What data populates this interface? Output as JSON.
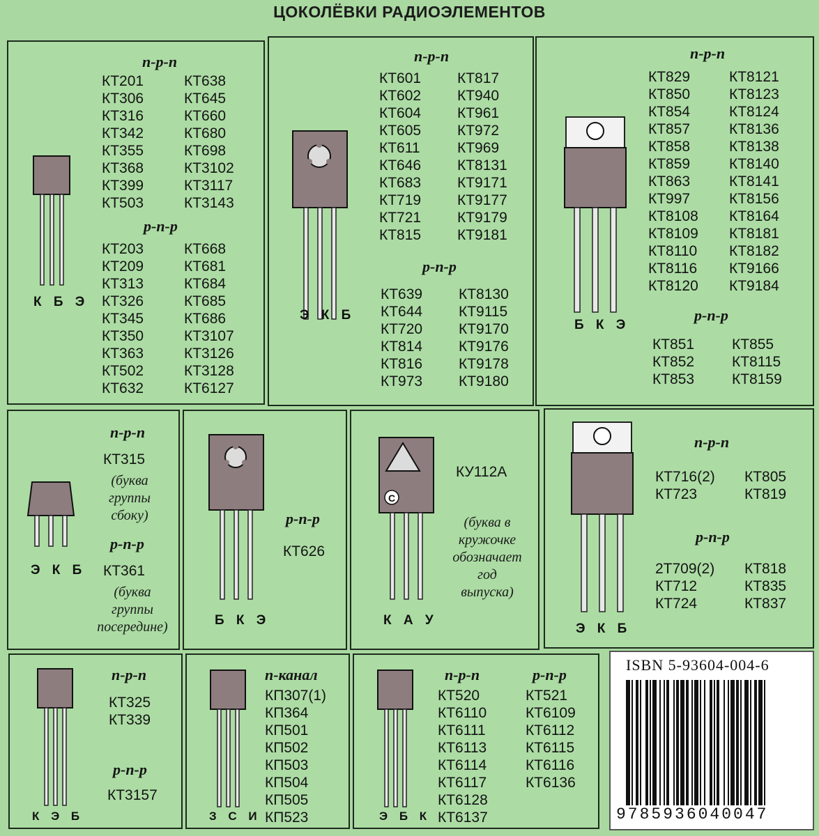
{
  "title": "ЦОКОЛЁВКИ РАДИОЭЛЕМЕНТОВ",
  "colors": {
    "background": "#a9d8a0",
    "border": "#1c2a1c",
    "package": "#8e7d7e"
  },
  "panels": {
    "p1": {
      "npn_header": "n-p-n",
      "npn_col1": [
        "КТ201",
        "КТ306",
        "КТ316",
        "КТ342",
        "КТ355",
        "КТ368",
        "КТ399",
        "КТ503"
      ],
      "npn_col2": [
        "КТ638",
        "КТ645",
        "КТ660",
        "КТ680",
        "КТ698",
        "КТ3102",
        "КТ3117",
        "КТ3143"
      ],
      "pnp_header": "p-n-p",
      "pnp_col1": [
        "КТ203",
        "КТ209",
        "КТ313",
        "КТ326",
        "КТ345",
        "КТ350",
        "КТ363",
        "КТ502",
        "КТ632"
      ],
      "pnp_col2": [
        "КТ668",
        "КТ681",
        "КТ684",
        "КТ685",
        "КТ686",
        "КТ3107",
        "КТ3126",
        "КТ3128",
        "КТ6127"
      ],
      "pinout": "К Б Э"
    },
    "p2": {
      "npn_header": "n-p-n",
      "npn_col1": [
        "КТ601",
        "КТ602",
        "КТ604",
        "КТ605",
        "КТ611",
        "КТ646",
        "КТ683",
        "КТ719",
        "КТ721",
        "КТ815"
      ],
      "npn_col2": [
        "КТ817",
        "КТ940",
        "КТ961",
        "КТ972",
        "КТ969",
        "КТ8131",
        "КТ9171",
        "КТ9177",
        "КТ9179",
        "КТ9181"
      ],
      "pnp_header": "p-n-p",
      "pnp_col1": [
        "КТ639",
        "КТ644",
        "КТ720",
        "КТ814",
        "КТ816",
        "КТ973"
      ],
      "pnp_col2": [
        "КТ8130",
        "КТ9115",
        "КТ9170",
        "КТ9176",
        "КТ9178",
        "КТ9180"
      ],
      "pinout": "Э К Б"
    },
    "p3": {
      "npn_header": "n-p-n",
      "npn_col1": [
        "КТ829",
        "КТ850",
        "КТ854",
        "КТ857",
        "КТ858",
        "КТ859",
        "КТ863",
        "КТ997",
        "КТ8108",
        "КТ8109",
        "КТ8110",
        "КТ8116",
        "КТ8120"
      ],
      "npn_col2": [
        "КТ8121",
        "КТ8123",
        "КТ8124",
        "КТ8136",
        "КТ8138",
        "КТ8140",
        "КТ8141",
        "КТ8156",
        "КТ8164",
        "КТ8181",
        "КТ8182",
        "КТ9166",
        "КТ9184"
      ],
      "pnp_header": "p-n-p",
      "pnp_col1": [
        "КТ851",
        "КТ852",
        "КТ853"
      ],
      "pnp_col2": [
        "КТ855",
        "КТ8115",
        "КТ8159"
      ],
      "pinout": "Б К Э"
    },
    "p4": {
      "npn_header": "n-p-n",
      "npn_part": "КТ315",
      "npn_note": [
        "(буква",
        "группы",
        "сбоку)"
      ],
      "pnp_header": "p-n-p",
      "pnp_part": "КТ361",
      "pnp_note": [
        "(буква",
        "группы",
        "посередине)"
      ],
      "pinout": "Э К Б"
    },
    "p5": {
      "pnp_header": "p-n-p",
      "part": "КТ626",
      "pinout": "Б К Э"
    },
    "p6": {
      "part": "КУ112А",
      "note": [
        "(буква в",
        "кружочке",
        "обозначает",
        "год",
        "выпуска)"
      ],
      "badge": "С",
      "pinout": "К А У"
    },
    "p7": {
      "npn_header": "n-p-n",
      "npn_col1": [
        "КТ716(2)",
        "КТ723"
      ],
      "npn_col2": [
        "КТ805",
        "КТ819"
      ],
      "pnp_header": "p-n-p",
      "pnp_col1": [
        "2Т709(2)",
        "КТ712",
        "КТ724"
      ],
      "pnp_col2": [
        "КТ818",
        "КТ835",
        "КТ837"
      ],
      "pinout": "Э К Б"
    },
    "p8": {
      "npn_header": "n-p-n",
      "npn_col": [
        "КТ325",
        "КТ339"
      ],
      "pnp_header": "p-n-p",
      "pnp_part": "КТ3157",
      "pinout": "К Э Б"
    },
    "p9": {
      "header": "n-канал",
      "col": [
        "КП307(1)",
        "КП364",
        "КП501",
        "КП502",
        "КП503",
        "КП504",
        "КП505",
        "КП523"
      ],
      "pinout": "З С И"
    },
    "p10": {
      "npn_header": "n-p-n",
      "npn_col": [
        "КТ520",
        "КТ6110",
        "КТ6111",
        "КТ6113",
        "КТ6114",
        "КТ6117",
        "КТ6128",
        "КТ6137"
      ],
      "pnp_header": "p-n-p",
      "pnp_col": [
        "КТ521",
        "КТ6109",
        "КТ6112",
        "КТ6115",
        "КТ6116",
        "КТ6136"
      ],
      "pinout": "Э Б К"
    }
  },
  "isbn": {
    "label": "ISBN  5-93604-004-6",
    "number": "9785936040047"
  }
}
